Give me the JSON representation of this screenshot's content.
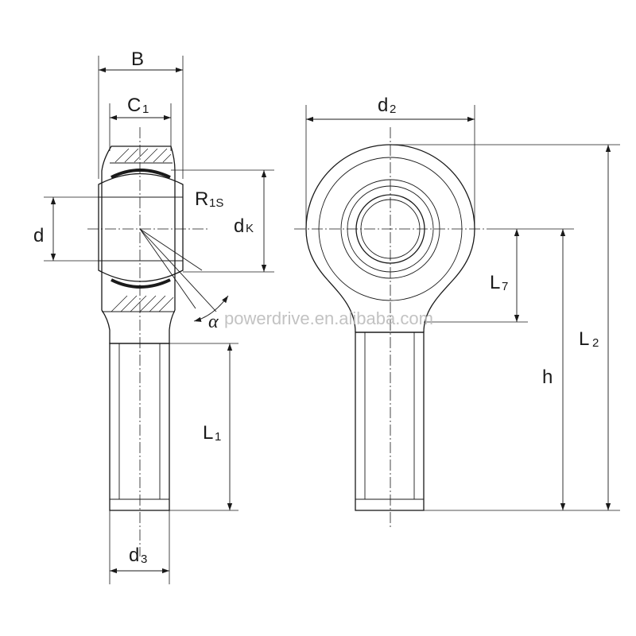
{
  "labels": {
    "B": "B",
    "C": "C",
    "C_sub": "1",
    "d": "d",
    "d_K": "d",
    "d_K_sub": "K",
    "R": "R",
    "R_sub": "1S",
    "alpha": "α",
    "L1": "L",
    "L1_sub": "1",
    "d3": "d",
    "d3_sub": "3",
    "d2": "d",
    "d2_sub": "2",
    "L7": "L",
    "L7_sub": "7",
    "h": "h",
    "L2": "L",
    "L2_sub": "2"
  },
  "watermark": "powerdrive.en.alibaba.com",
  "colors": {
    "line": "#1a1a1a",
    "watermark": "#b8b8b8",
    "background": "#ffffff"
  }
}
